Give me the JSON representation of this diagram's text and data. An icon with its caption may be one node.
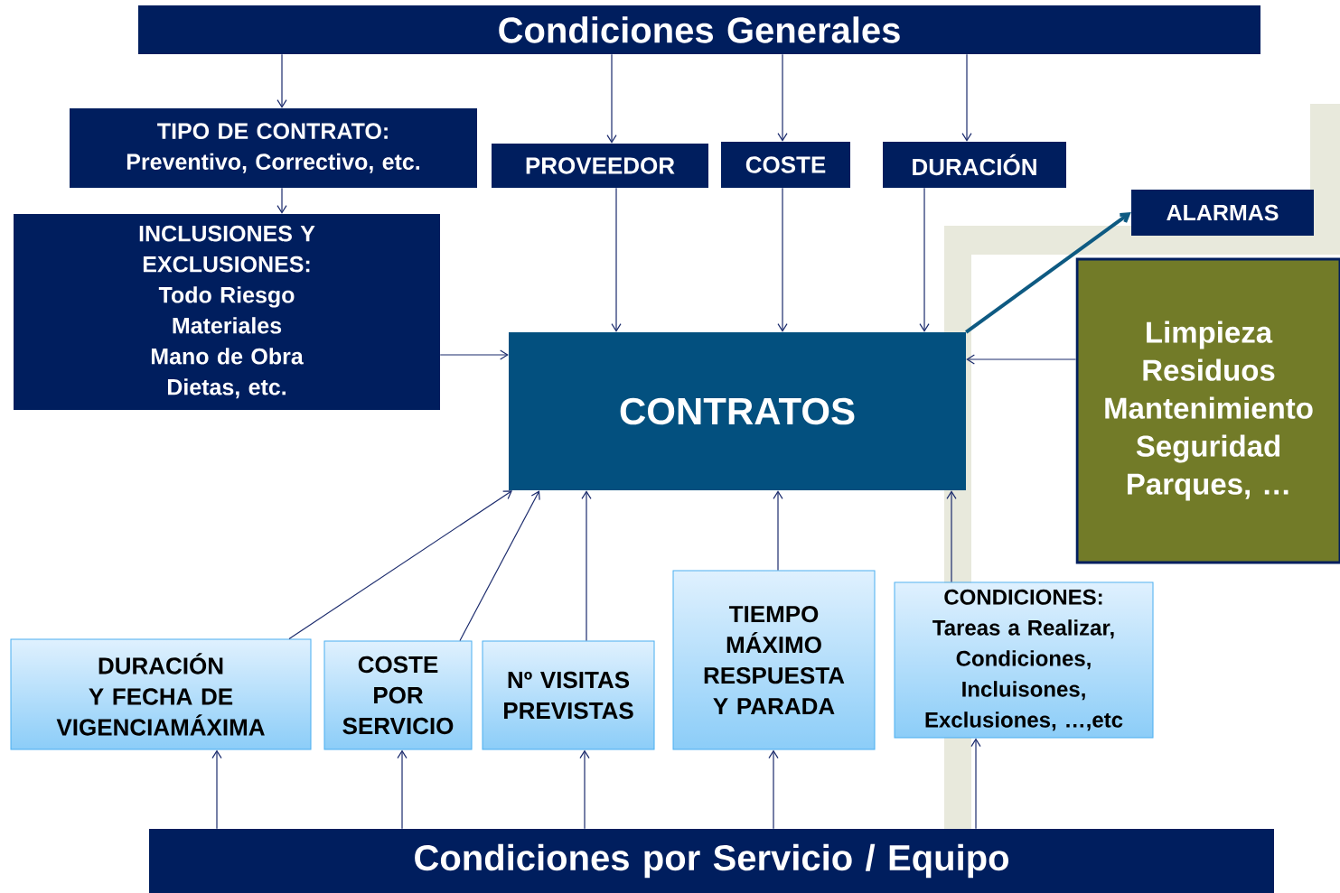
{
  "diagram": {
    "nodes": [
      {
        "text": [
          "Condiciones Generales"
        ]
      },
      {
        "text": [
          "TIPO DE CONTRATO:",
          "Preventivo, Correctivo, etc."
        ]
      },
      {
        "text": [
          "PROVEEDOR"
        ]
      },
      {
        "text": [
          "COSTE"
        ]
      },
      {
        "text": [
          "DURACIÓN"
        ]
      },
      {
        "text": [
          "INCLUSIONES Y EXCLUSIONES:",
          "Todo Riesgo",
          "Materiales",
          "Mano de Obra",
          "Dietas, etc."
        ]
      },
      {
        "text": [
          "ALARMAS"
        ]
      },
      {
        "text": [
          "CONTRATOS"
        ]
      },
      {
        "text": [
          "Limpieza",
          "Residuos",
          "Mantenimiento",
          "Seguridad",
          "Parques, …"
        ]
      },
      {
        "text": [
          "DURACIÓN Y FECHA DE VIGENCIAMÁXIMA"
        ]
      },
      {
        "text": [
          "COSTE POR SERVICIO"
        ]
      },
      {
        "text": [
          "Nº VISITAS PREVISTAS"
        ]
      },
      {
        "text": [
          "TIEMPO MÁXIMO RESPUESTA Y PARADA"
        ]
      },
      {
        "text": [
          "CONDICIONES:",
          "Tareas a Realizar, Condiciones, Incluisones, Exclusiones, …,etc"
        ]
      },
      {
        "text": [
          "Condiciones por Servicio / Equipo"
        ]
      }
    ],
    "edges": [
      {
        "from": 0,
        "to": 1,
        "arrow": "to"
      },
      {
        "from": 0,
        "to": 2,
        "arrow": "to"
      },
      {
        "from": 0,
        "to": 3,
        "arrow": "to"
      },
      {
        "from": 0,
        "to": 4,
        "arrow": "to"
      },
      {
        "from": 1,
        "to": 5,
        "arrow": "to"
      },
      {
        "from": 2,
        "to": 7,
        "arrow": "to"
      },
      {
        "from": 3,
        "to": 7,
        "arrow": "to"
      },
      {
        "from": 4,
        "to": 7,
        "arrow": "to"
      },
      {
        "from": 5,
        "to": 7,
        "arrow": "to"
      },
      {
        "from": 7,
        "to": 6,
        "arrow": "to",
        "style": "thick",
        "color": "#0e5a82"
      },
      {
        "from": 8,
        "to": 7,
        "arrow": "to"
      },
      {
        "from": 9,
        "to": 7,
        "arrow": "to"
      },
      {
        "from": 10,
        "to": 7,
        "arrow": "to"
      },
      {
        "from": 11,
        "to": 7,
        "arrow": "to"
      },
      {
        "from": 12,
        "to": 7,
        "arrow": "to"
      },
      {
        "from": 13,
        "to": 7,
        "arrow": "to"
      },
      {
        "from": 14,
        "to": 9,
        "arrow": "to"
      },
      {
        "from": 14,
        "to": 10,
        "arrow": "to"
      },
      {
        "from": 14,
        "to": 11,
        "arrow": "to"
      },
      {
        "from": 14,
        "to": 12,
        "arrow": "to"
      },
      {
        "from": 14,
        "to": 13,
        "arrow": "to"
      }
    ]
  }
}
